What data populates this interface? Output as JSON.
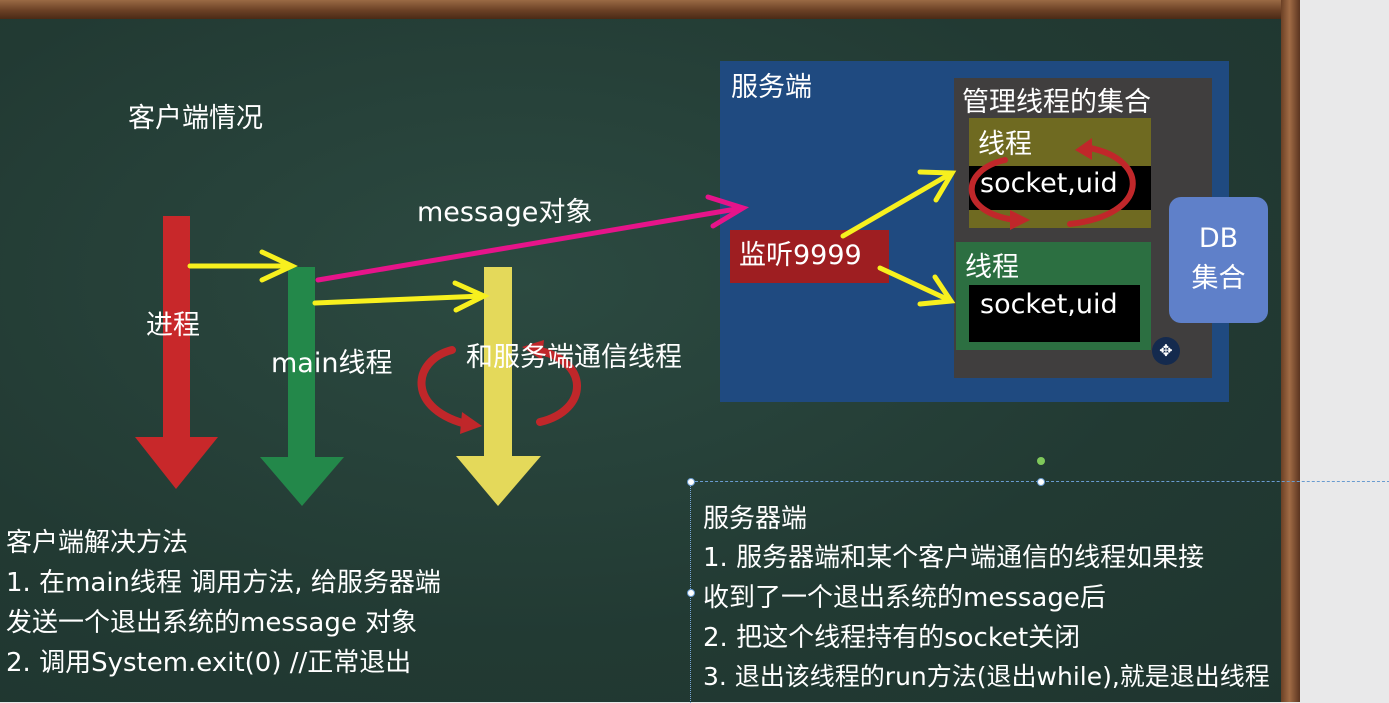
{
  "colors": {
    "board": "#243d36",
    "server_bg": "#1f4a80",
    "manager_bg": "#403e3e",
    "thread1_bg": "#6f6a21",
    "thread2_bg": "#2c6f41",
    "listen_bg": "#9e1e21",
    "db_bg": "#5f80c9",
    "arrow_red": "#c8282a",
    "arrow_green": "#23884a",
    "arrow_yellow": "#e4d95a",
    "connector_yellow": "#f7f01e",
    "message_arrow": "#e6148a"
  },
  "client": {
    "title": "客户端情况",
    "process_label": "进程",
    "main_thread_label": "main线程",
    "comm_thread_label": "和服务端通信线程",
    "message_label": "message对象"
  },
  "server": {
    "title": "服务端",
    "listen_label": "监听9999",
    "manager_title": "管理线程的集合",
    "thread1_label": "线程",
    "thread1_socket": "socket,uid",
    "thread2_label": "线程",
    "thread2_socket": "socket,uid",
    "db_line1": "DB",
    "db_line2": "集合",
    "move_icon": "move-icon"
  },
  "client_solution": {
    "lines": [
      "客户端解决方法",
      "1. 在main线程 调用方法, 给服务器端",
      "发送一个退出系统的message 对象",
      "2. 调用System.exit(0) //正常退出"
    ]
  },
  "server_solution": {
    "lines": [
      "服务器端",
      "1. 服务器端和某个客户端通信的线程如果接",
      "收到了一个退出系统的message后",
      "2. 把这个线程持有的socket关闭",
      "3. 退出该线程的run方法(退出while),就是退出线程"
    ]
  }
}
